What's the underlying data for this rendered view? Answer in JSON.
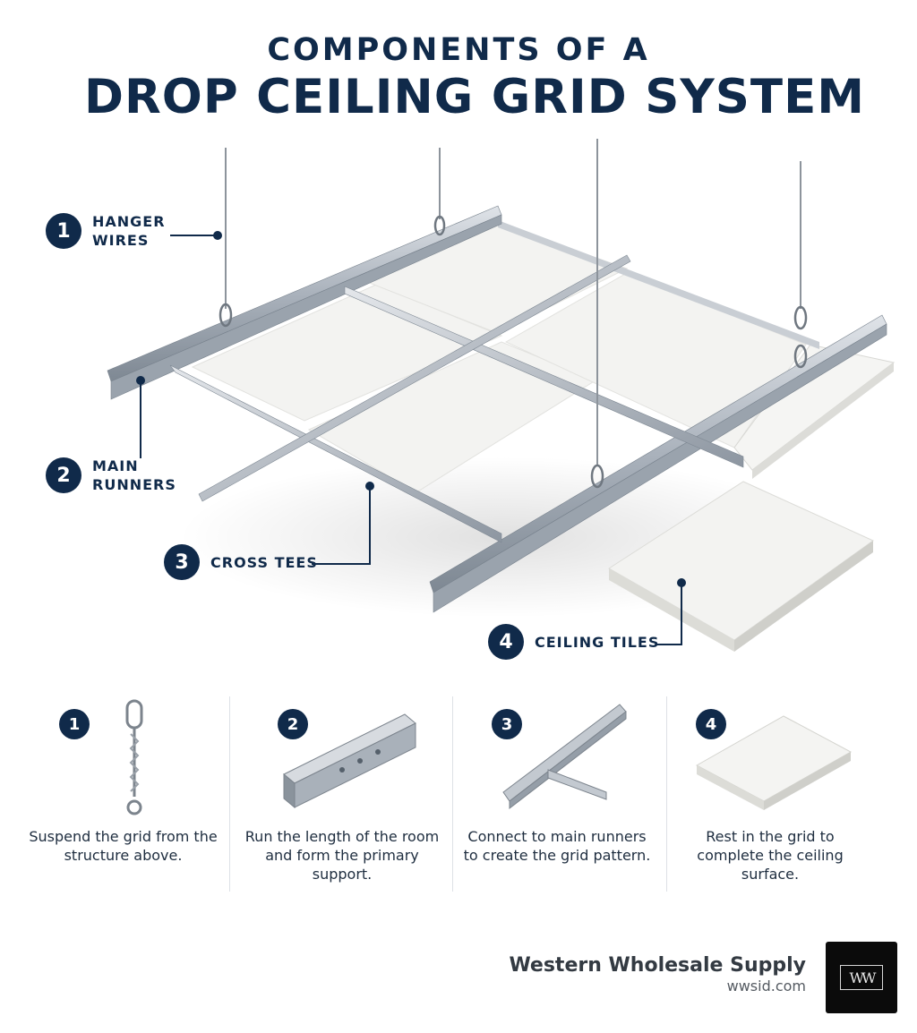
{
  "title": {
    "line1": "COMPONENTS OF A",
    "line2": "DROP CEILING GRID SYSTEM"
  },
  "callouts": [
    {
      "number": "1",
      "label": "HANGER WIRES"
    },
    {
      "number": "2",
      "label": "MAIN RUNNERS"
    },
    {
      "number": "3",
      "label": "CROSS TEES"
    },
    {
      "number": "4",
      "label": "CEILING TILES"
    }
  ],
  "panels": [
    {
      "number": "1",
      "description": "Suspend the grid from the structure above.",
      "icon": "hanger-wire-icon"
    },
    {
      "number": "2",
      "description": "Run the length of the room and form the primary support.",
      "icon": "main-runner-icon"
    },
    {
      "number": "3",
      "description": "Connect to main runners to create the grid pattern.",
      "icon": "cross-tee-icon"
    },
    {
      "number": "4",
      "description": "Rest in the grid to complete the ceiling surface.",
      "icon": "ceiling-tile-icon"
    }
  ],
  "brand": {
    "name": "Western Wholesale Supply",
    "url": "wwsid.com",
    "logo_text": "WW"
  },
  "colors": {
    "navy": "#102a4a",
    "metal": "#aab2bc",
    "tile": "#f2f2f0"
  }
}
